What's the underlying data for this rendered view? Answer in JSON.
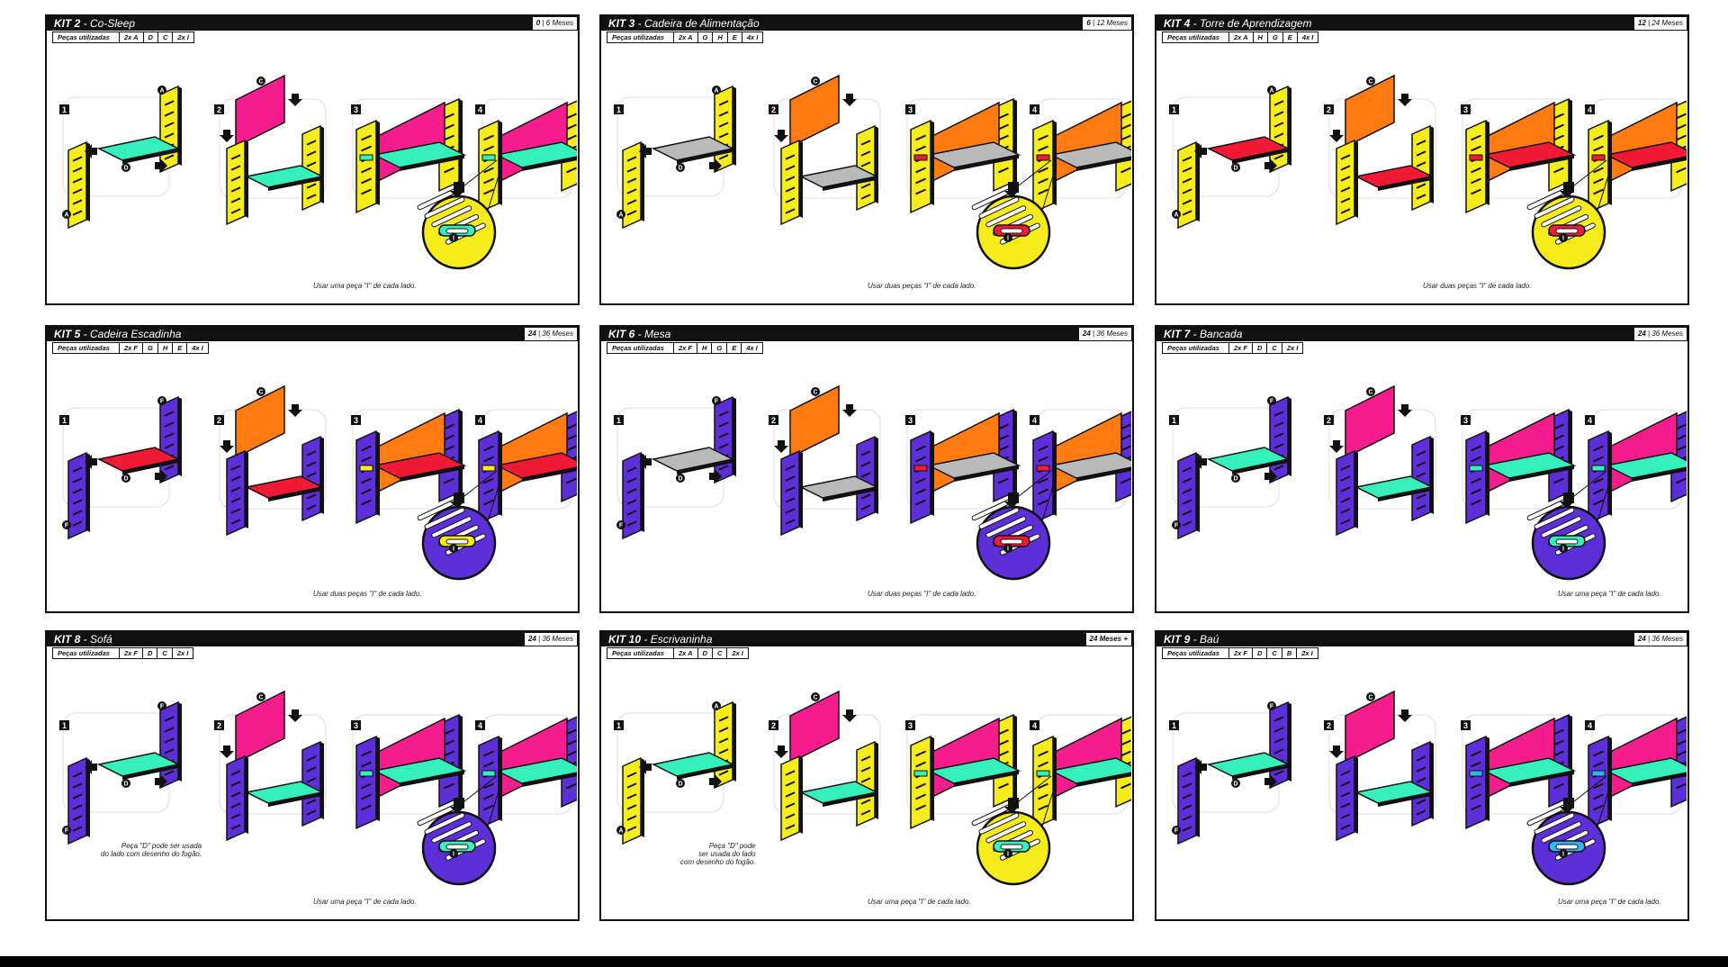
{
  "colors": {
    "yellow": "#f6ec1c",
    "pink": "#f51d8e",
    "green": "#36f0bc",
    "orange": "#ff7a10",
    "purple": "#5c2fd9",
    "red": "#f01a34",
    "gray": "#b9b9b9",
    "blue": "#32b2ee",
    "black": "#111111"
  },
  "panels": [
    {
      "kit": "KIT 2",
      "name": "Co-Sleep",
      "age_a": "0",
      "age_b": "6 Meses",
      "parts_label": "Peças utilizadas",
      "parts": [
        "2x A",
        "D",
        "C",
        "2x I"
      ],
      "notes": [
        "Usar uma peça \"I\" de cada lado."
      ],
      "theme": "yellow",
      "top": "pink",
      "base": "green",
      "slot": "green"
    },
    {
      "kit": "KIT 3",
      "name": "Cadeira de Alimentação",
      "age_a": "6",
      "age_b": "12 Meses",
      "parts_label": "Peças utilizadas",
      "parts": [
        "2x A",
        "G",
        "H",
        "E",
        "4x I"
      ],
      "notes": [
        "Usar duas peças \"I\" de cada lado."
      ],
      "theme": "yellow",
      "top": "orange",
      "base": "gray",
      "slot": "red"
    },
    {
      "kit": "KIT 4",
      "name": "Torre de Aprendizagem",
      "age_a": "12",
      "age_b": "24 Meses",
      "parts_label": "Peças utilizadas",
      "parts": [
        "2x A",
        "H",
        "G",
        "E",
        "4x I"
      ],
      "notes": [
        "Usar duas peças \"I\" de cada lado."
      ],
      "theme": "yellow",
      "top": "orange",
      "base": "red",
      "slot": "red"
    },
    {
      "kit": "KIT 5",
      "name": "Cadeira Escadinha",
      "age_a": "24",
      "age_b": "36 Meses",
      "parts_label": "Peças utilizadas",
      "parts": [
        "2x F",
        "G",
        "H",
        "E",
        "4x I"
      ],
      "notes": [
        "Usar duas peças \"I\" de cada lado."
      ],
      "theme": "purple",
      "top": "orange",
      "base": "red",
      "slot": "yellow"
    },
    {
      "kit": "KIT 6",
      "name": "Mesa",
      "age_a": "24",
      "age_b": "36 Meses",
      "parts_label": "Peças utilizadas",
      "parts": [
        "2x F",
        "H",
        "G",
        "E",
        "4x I"
      ],
      "notes": [
        "Usar duas peças \"I\" de cada lado."
      ],
      "theme": "purple",
      "top": "orange",
      "base": "gray",
      "slot": "red"
    },
    {
      "kit": "KIT 7",
      "name": "Bancada",
      "age_a": "24",
      "age_b": "36 Meses",
      "parts_label": "Peças utilizadas",
      "parts": [
        "2x F",
        "D",
        "C",
        "2x I"
      ],
      "notes": [
        "Usar uma peça \"I\" de cada lado."
      ],
      "theme": "purple",
      "top": "pink",
      "base": "green",
      "slot": "green"
    },
    {
      "kit": "KIT 8",
      "name": "Sofá",
      "age_a": "24",
      "age_b": "36 Meses",
      "parts_label": "Peças utilizadas",
      "parts": [
        "2x F",
        "D",
        "C",
        "2x I"
      ],
      "notes": [
        "Peça \"D\" pode ser usada",
        "do lado com desenho do fogão.",
        "Usar uma peça \"I\" de cada lado."
      ],
      "theme": "purple",
      "top": "pink",
      "base": "green",
      "slot": "green"
    },
    {
      "kit": "KIT 10",
      "name": "Escrivaninha",
      "age_a": "24 Meses +",
      "age_b": "",
      "parts_label": "Peças utilizadas",
      "parts": [
        "2x A",
        "D",
        "C",
        "2x I"
      ],
      "notes": [
        "Peça \"D\" pode",
        "ser usada do lado",
        "com desenho do fogão.",
        "Usar uma peça \"I\" de cada lado."
      ],
      "theme": "yellow",
      "top": "pink",
      "base": "green",
      "slot": "green"
    },
    {
      "kit": "KIT 9",
      "name": "Baú",
      "age_a": "24",
      "age_b": "36 Meses",
      "parts_label": "Peças utilizadas",
      "parts": [
        "2x F",
        "D",
        "C",
        "B",
        "2x I"
      ],
      "notes": [
        "Usar uma peça \"I\" de cada lado."
      ],
      "theme": "purple",
      "top": "pink",
      "base": "green",
      "slot": "blue"
    }
  ],
  "step_labels": [
    "1",
    "2",
    "3",
    "4"
  ],
  "piece_letters": {
    "side": "A",
    "side_alt": "F",
    "top": "C",
    "base": "D",
    "I": "I"
  }
}
